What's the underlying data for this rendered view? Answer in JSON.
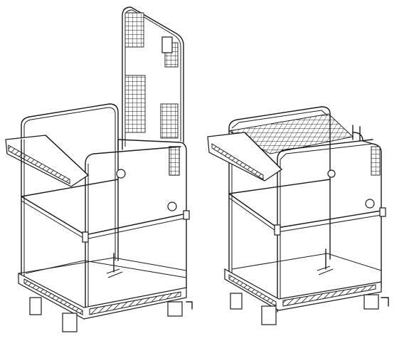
{
  "figure": {
    "views": [
      {
        "id": "left",
        "state": "gate-open"
      },
      {
        "id": "right",
        "state": "gate-closed"
      }
    ],
    "colors": {
      "line": "#1a1a1a",
      "background": "#ffffff"
    }
  }
}
